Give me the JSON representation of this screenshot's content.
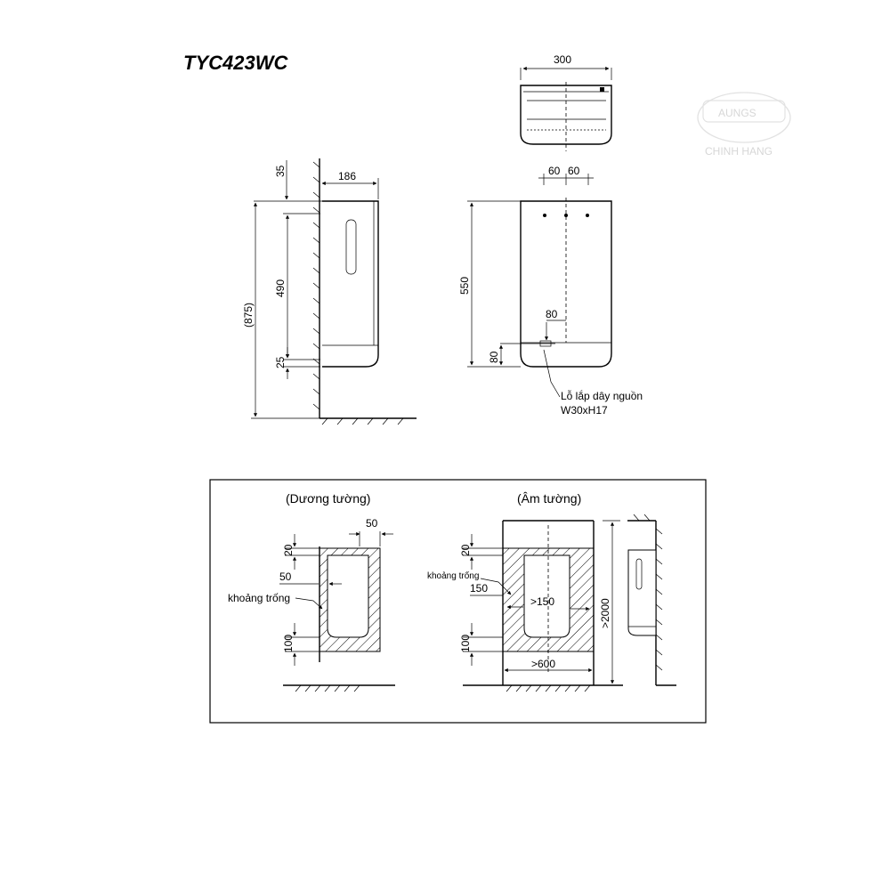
{
  "title": "TYC423WC",
  "watermark": {
    "brand": "AUNGS",
    "tagline": "CHINH HANG"
  },
  "top_view": {
    "width_label": "300"
  },
  "side_view": {
    "top_offset": "35",
    "depth": "186",
    "overall_height": "(875)",
    "body_height": "490",
    "bottom_height": "25"
  },
  "front_view": {
    "spacing_left": "60",
    "spacing_right": "60",
    "height": "550",
    "hole_offset": "80",
    "hole_height": "80",
    "note_line1": "Lỗ lắp dây nguồn",
    "note_line2": "W30xH17"
  },
  "surface_mount": {
    "title": "(Dương tường)",
    "top_gap": "20",
    "side_gap_top": "50",
    "side_gap_left": "50",
    "clearance_label": "khoảng trống",
    "bottom_gap": "100"
  },
  "recessed": {
    "title": "(Âm tường)",
    "top_gap": "20",
    "clearance_label": "khoảng trống",
    "side_gap": "150",
    "inner_gap": ">150",
    "bottom_gap": "100",
    "width": ">600",
    "height": ">2000"
  }
}
